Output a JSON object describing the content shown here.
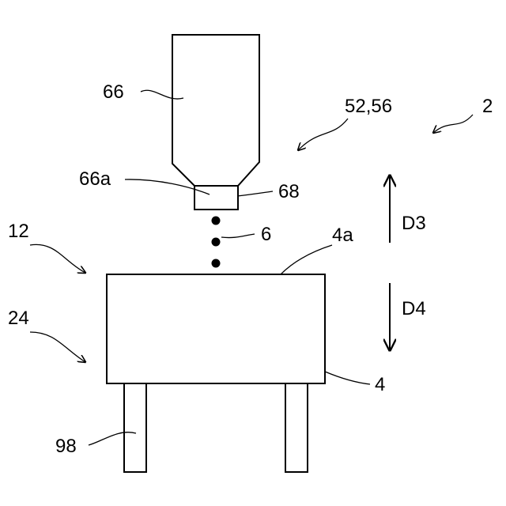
{
  "labels": {
    "nozzle": "66",
    "nozzle_tip": "66a",
    "outlet": "68",
    "droplets": "6",
    "assembly": "52,56",
    "apparatus": "2",
    "left_upper": "12",
    "left_lower": "24",
    "block_top": "4a",
    "block": "4",
    "leg": "98",
    "dir_up": "D3",
    "dir_down": "D4"
  }
}
